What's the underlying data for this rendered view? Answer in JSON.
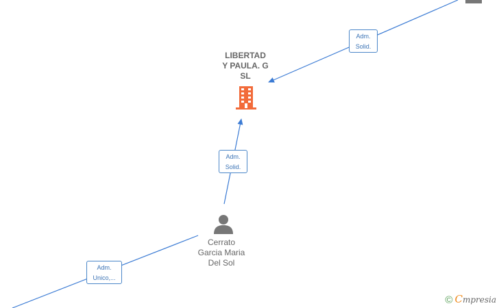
{
  "company": {
    "name_lines": [
      "LIBERTAD",
      "Y PAULA. G",
      "SL"
    ],
    "icon": "building-icon",
    "icon_color": "#f26b3a"
  },
  "person": {
    "name_lines": [
      "Cerrato",
      "Garcia Maria",
      "Del Sol"
    ],
    "icon": "person-icon",
    "icon_color": "#777777"
  },
  "edges": [
    {
      "label_lines": [
        "Adm.",
        "Solid."
      ]
    },
    {
      "label_lines": [
        "Adm.",
        "Solid."
      ]
    },
    {
      "label_lines": [
        "Adm.",
        "Unico,..."
      ]
    }
  ],
  "edge_color": "#3b7bd4",
  "footer": {
    "copyright_symbol": "©",
    "brand_first": "C",
    "brand_rest": "mpresia",
    "brand_accent": "#f08a1c"
  }
}
